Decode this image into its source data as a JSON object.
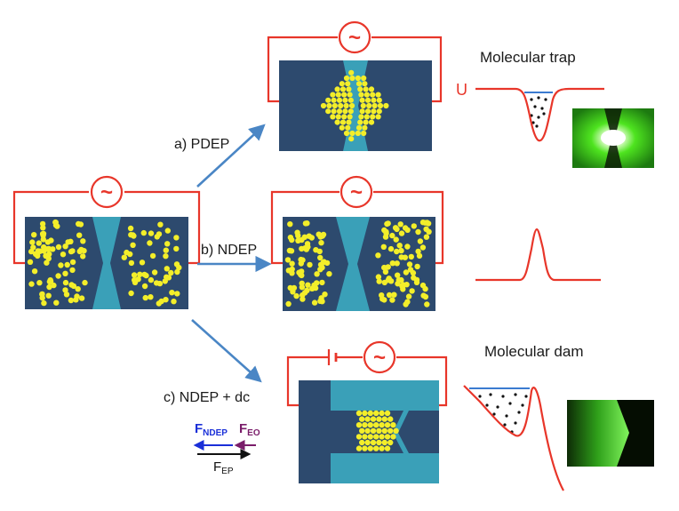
{
  "panels": {
    "source": {
      "source_symbol": "~"
    },
    "pdep": {
      "label": "a) PDEP",
      "source_symbol": "~"
    },
    "ndep": {
      "label": "b) NDEP",
      "source_symbol": "~"
    },
    "ndep_dc": {
      "label": "c) NDEP + dc",
      "source_symbol": "~"
    }
  },
  "profiles": {
    "molecular_trap": {
      "title": "Molecular trap",
      "potential_label": "U"
    },
    "molecular_dam": {
      "title": "Molecular dam"
    }
  },
  "forces": {
    "ndep": {
      "main": "F",
      "sub": "NDEP",
      "color": "#1a2fd8"
    },
    "eo": {
      "main": "F",
      "sub": "EO",
      "color": "#7a1d6a"
    },
    "ep": {
      "main": "F",
      "sub": "EP",
      "color": "#111111"
    }
  },
  "colors": {
    "wire": "#e8362a",
    "chip_dark": "#2d4a6e",
    "chip_light": "#3aa0b8",
    "molecule": "#f3ee2a",
    "arrow": "#4a86c5",
    "fluorescence": "#3fd61c"
  }
}
